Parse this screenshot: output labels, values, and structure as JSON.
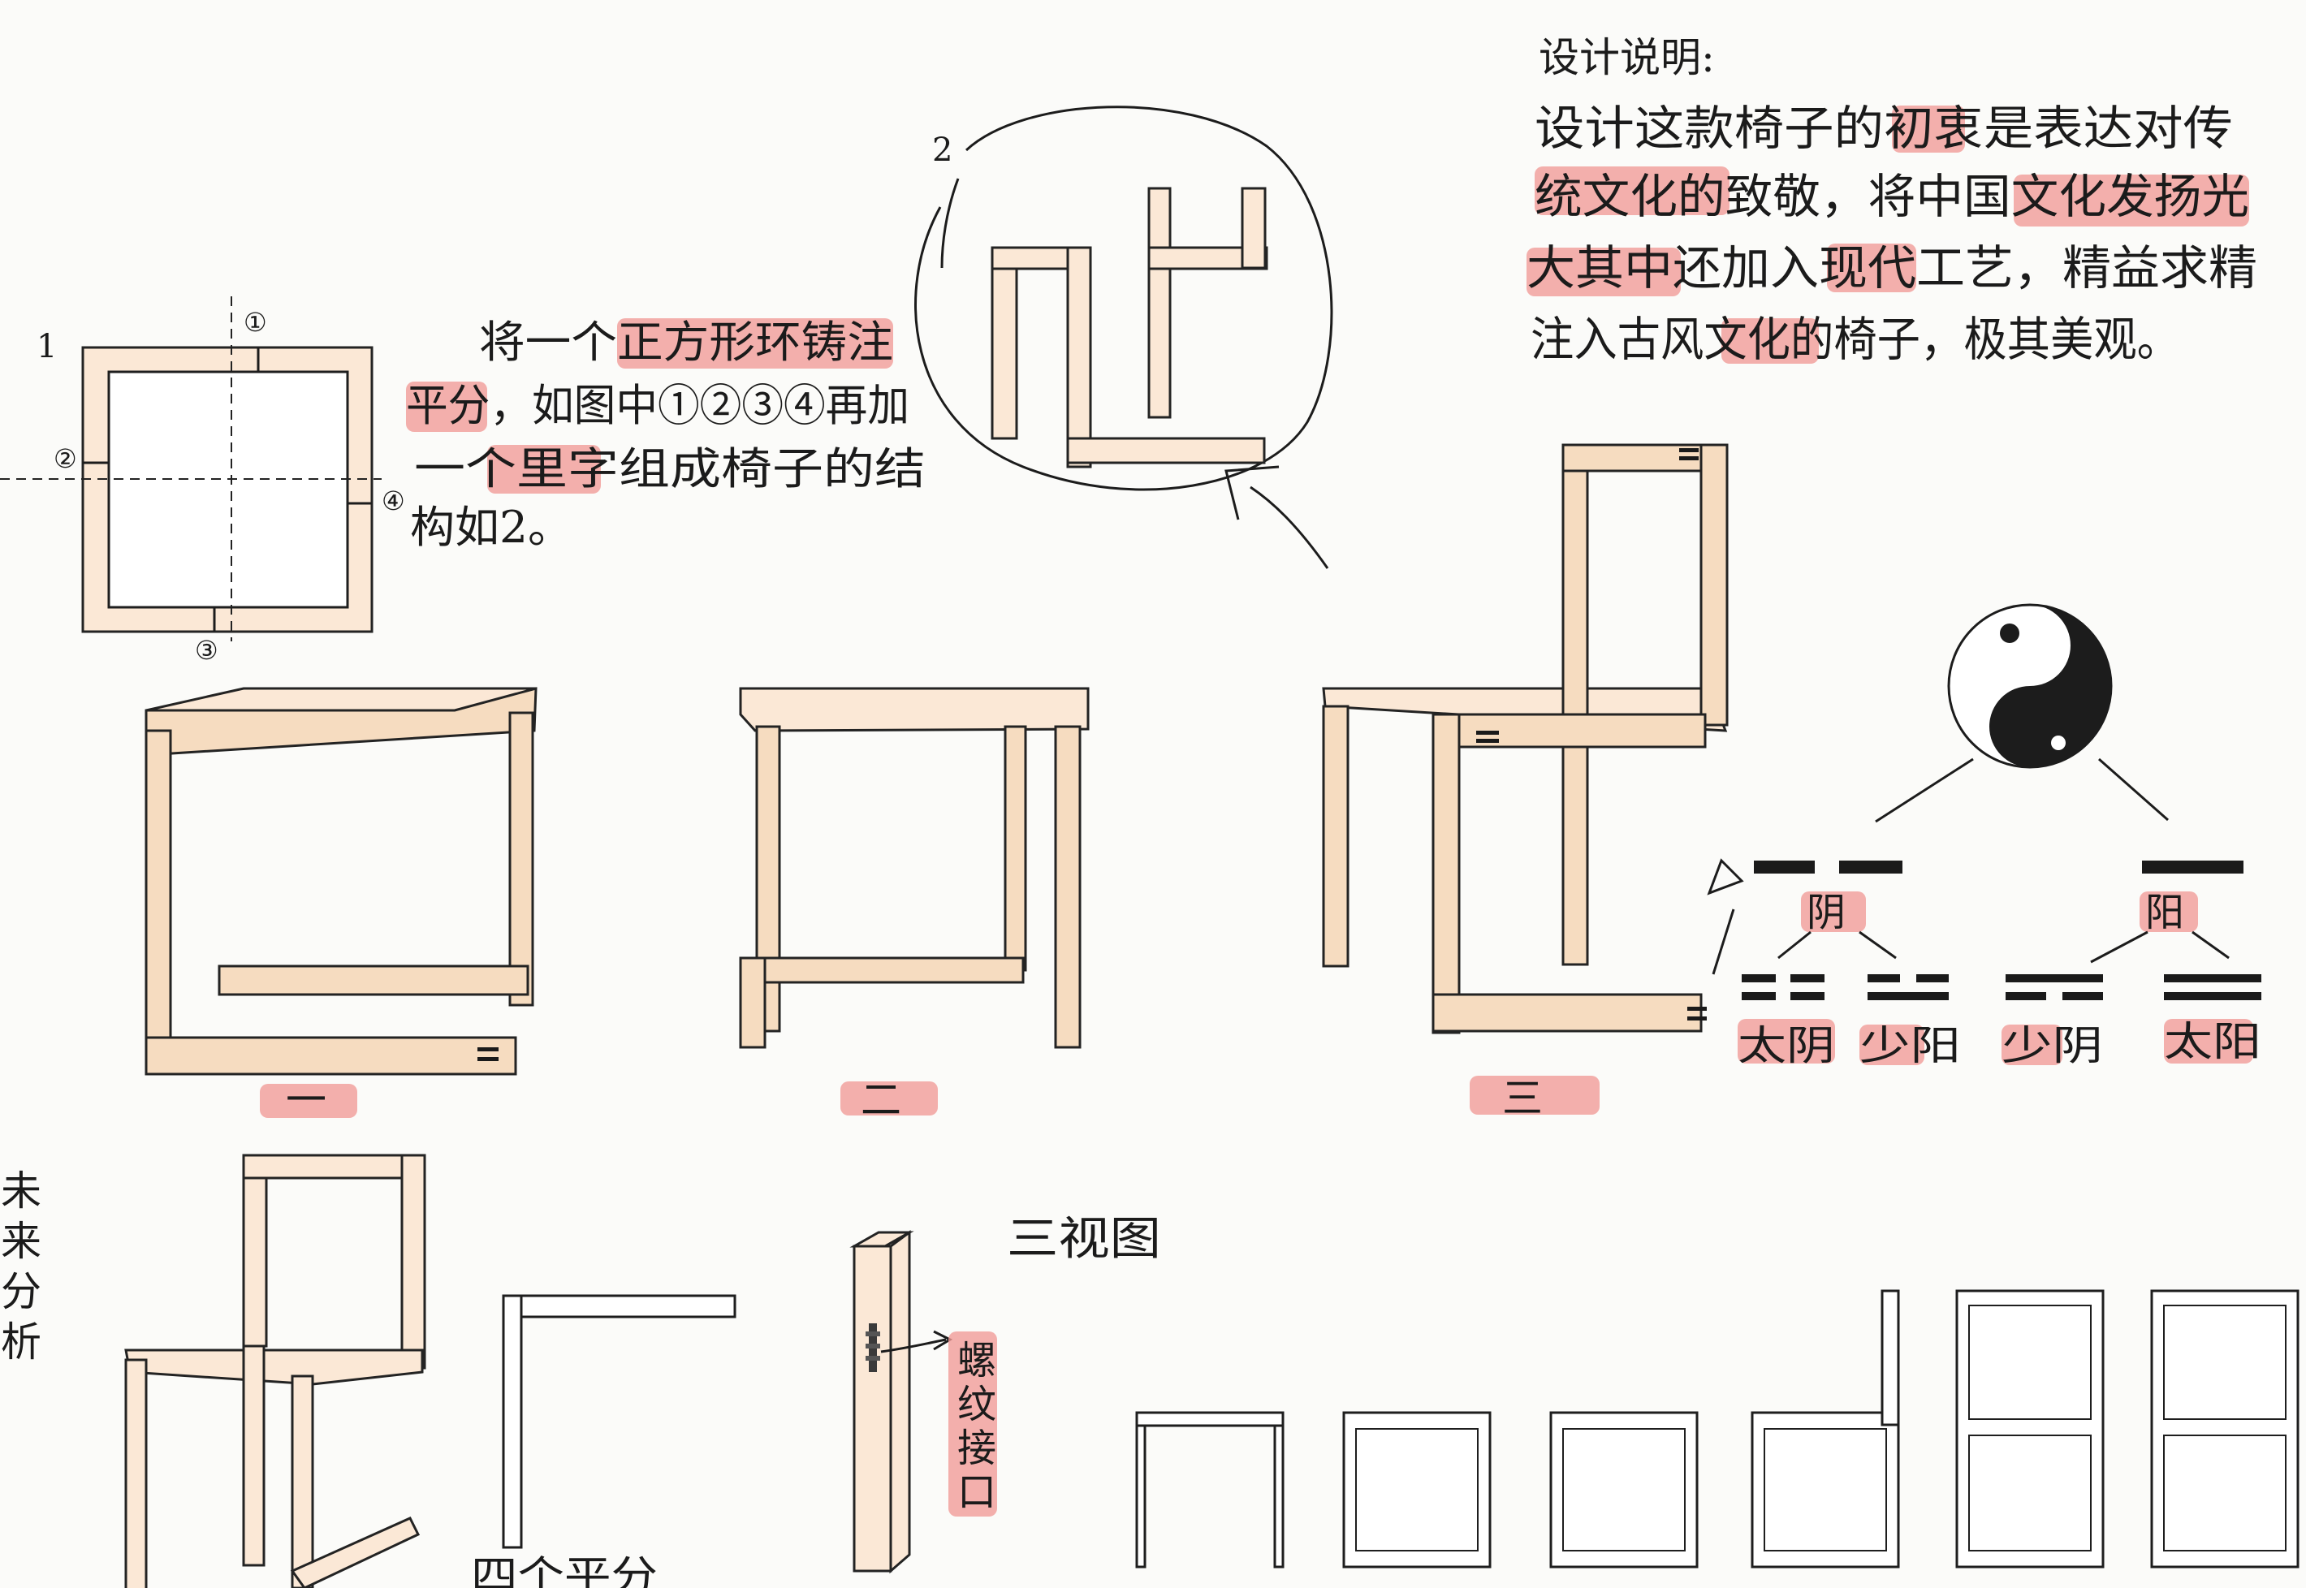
{
  "design_notes": {
    "heading": "设计说明:",
    "lines": [
      "设计这款椅子的初衷是表达对传",
      "统文化的致敬，将中国文化发扬光",
      "大其中还加入现代工艺，精益求精",
      "注入古风文化的椅子，极其美观。"
    ]
  },
  "step1": {
    "figure_number": "1",
    "markers": [
      "①",
      "②",
      "③",
      "④"
    ],
    "note_lines": [
      "将一个正方形环铸注",
      "平分，如图中①②③④再加",
      "一个里字组成椅子的结",
      "构如2。"
    ]
  },
  "step2": {
    "figure_number": "2"
  },
  "variants": [
    "一",
    "二",
    "三"
  ],
  "taiji": {
    "yin": "阴",
    "yang": "阳",
    "four_images": [
      "太阴",
      "少阳",
      "少阴",
      "太阳"
    ]
  },
  "bottom": {
    "side_label": "未来分析",
    "quarter_label": "四个平分",
    "three_view_title": "三视图",
    "joint_label": "螺纹接口"
  }
}
